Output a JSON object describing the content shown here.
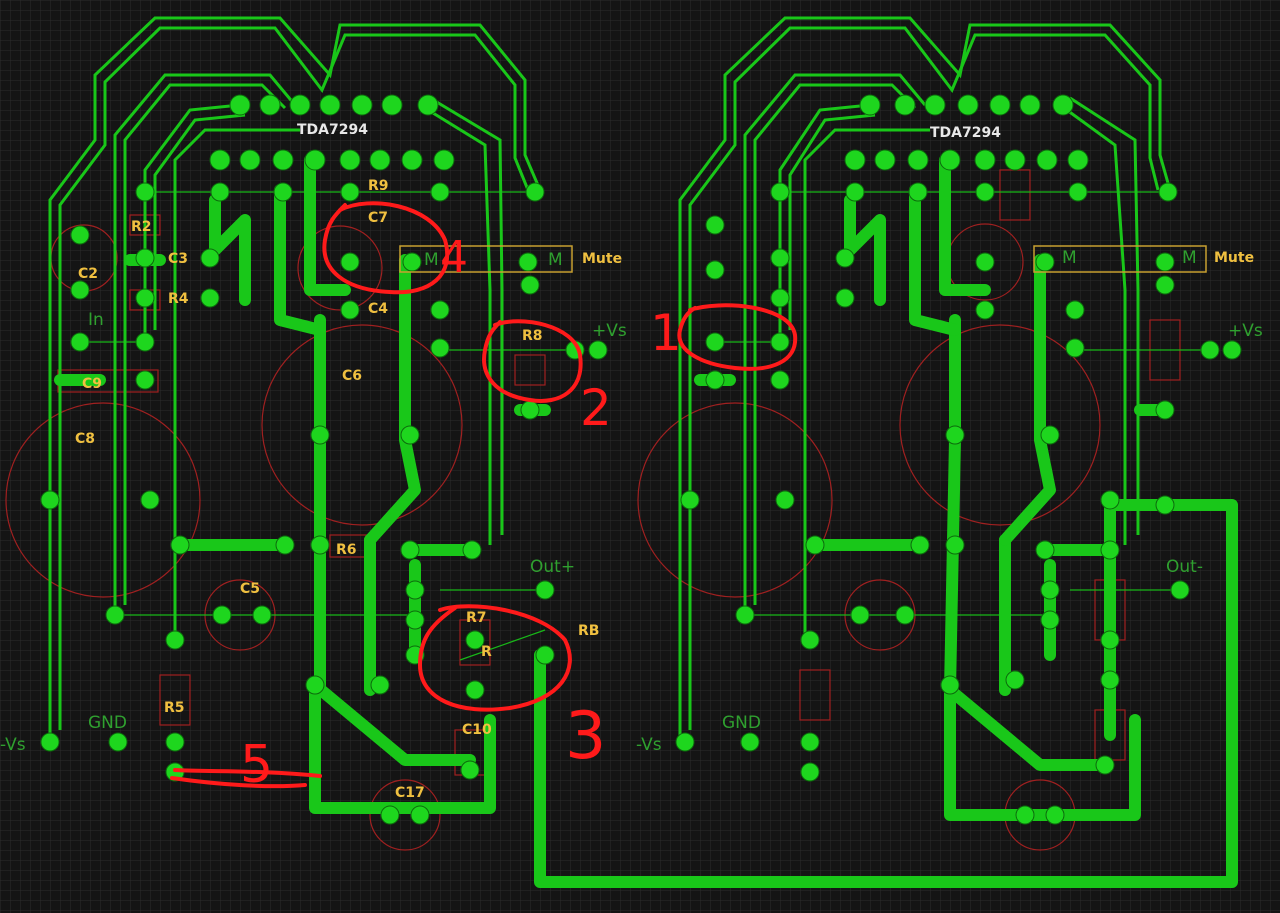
{
  "board": {
    "colors": {
      "background": "#141414",
      "grid": "#2c2c2c",
      "trace": "#19c719",
      "pad": "#1ed61e",
      "silk": "#a02020",
      "label": "#f0c040",
      "net_label": "#2fa02f",
      "annotation": "#ff1a1a"
    },
    "left": {
      "ic_name": "TDA7294",
      "components": {
        "r9": "R9",
        "c7": "C7",
        "r2": "R2",
        "c2": "C2",
        "c3": "C3",
        "r4": "R4",
        "c4": "C4",
        "r8": "R8",
        "c6": "C6",
        "c9": "C9",
        "c8": "C8",
        "r6": "R6",
        "c5": "C5",
        "r7": "R7",
        "r": "R",
        "rb": "RB",
        "r5": "R5",
        "c10": "C10",
        "c17": "C17"
      },
      "jumper_m1": "M",
      "jumper_m2": "M",
      "mute": "Mute",
      "vs_pos": "+Vs",
      "input": "In",
      "out": "Out+",
      "gnd": "GND",
      "vs_neg": "-Vs"
    },
    "right": {
      "ic_name": "TDA7294",
      "jumper_m1": "M",
      "jumper_m2": "M",
      "mute": "Mute",
      "vs_pos": "+Vs",
      "out": "Out-",
      "gnd": "GND",
      "vs_neg": "-Vs"
    },
    "annotations": [
      "1",
      "2",
      "3",
      "4",
      "5"
    ]
  }
}
